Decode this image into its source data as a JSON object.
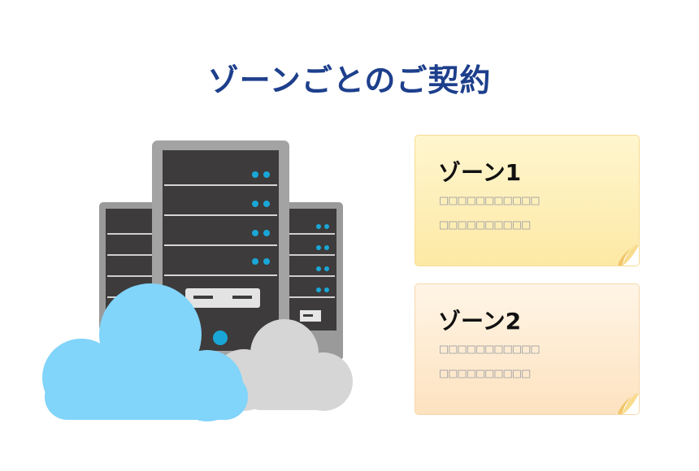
{
  "title": "ゾーンごとのご契約",
  "zones": [
    {
      "heading": "ゾーン1",
      "lines": [
        "□□□□□□□□□□□",
        "□□□□□□□□□□"
      ]
    },
    {
      "heading": "ゾーン2",
      "lines": [
        "□□□□□□□□□□□",
        "□□□□□□□□□□"
      ]
    }
  ],
  "colors": {
    "title": "#1d3f8c",
    "note1": "#fde9a5",
    "note2": "#fde2bf",
    "server_body": "#3d3b3b",
    "server_frame": "#9a9a9a",
    "led": "#1aa7d8",
    "cloud_blue": "#81d4fa",
    "cloud_gray": "#d6d6d6"
  },
  "icons": [
    "server-rack-icon",
    "cloud-blue-icon",
    "cloud-gray-icon"
  ]
}
